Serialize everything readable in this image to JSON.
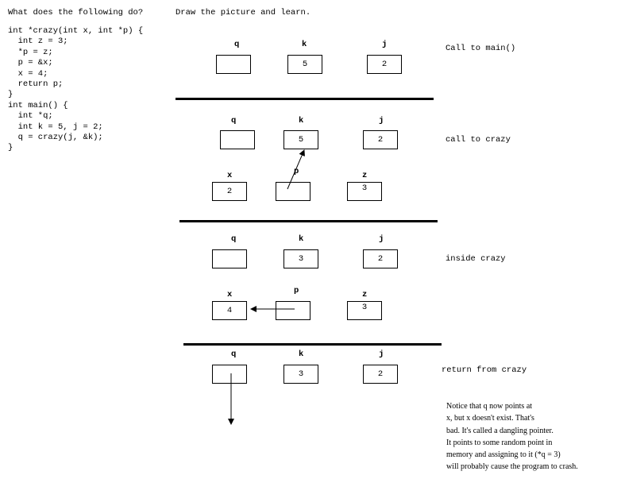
{
  "header": {
    "question": "What does the following do?",
    "instruction": "Draw the picture and learn."
  },
  "code": {
    "lines": [
      "int *crazy(int x, int *p) {",
      "  int z = 3;",
      "  *p = z;",
      "  p = &x;",
      "  x = 4;",
      "  return p;",
      "}",
      "",
      "int main() {",
      "  int *q;",
      "  int k = 5, j = 2;",
      "  q = crazy(j, &k);",
      "}"
    ]
  },
  "stage1": {
    "caption": "Call to main()",
    "labels": {
      "q": "q",
      "k": "k",
      "j": "j"
    },
    "values": {
      "q": "",
      "k": "5",
      "j": "2"
    }
  },
  "stage2": {
    "caption": "call to crazy",
    "labels": {
      "q": "q",
      "k": "k",
      "j": "j",
      "x": "x",
      "p": "p",
      "z": "z"
    },
    "values": {
      "q": "",
      "k": "5",
      "j": "2",
      "x": "2",
      "p": "",
      "z": "3"
    }
  },
  "stage3": {
    "caption": "inside crazy",
    "labels": {
      "q": "q",
      "k": "k",
      "j": "j",
      "x": "x",
      "p": "p",
      "z": "z"
    },
    "values": {
      "q": "",
      "k": "3",
      "j": "2",
      "x": "4",
      "p": "",
      "z": "3"
    }
  },
  "stage4": {
    "caption": "return from crazy",
    "labels": {
      "q": "q",
      "k": "k",
      "j": "j"
    },
    "values": {
      "q": "",
      "k": "3",
      "j": "2"
    }
  },
  "note": {
    "lines": [
      "Notice that q now points at",
      "x, but x doesn't exist.  That's",
      "bad.  It's called a dangling pointer.",
      "It points to some random point in",
      "memory and assigning to it (*q = 3)",
      "will probably cause the program to crash."
    ]
  }
}
